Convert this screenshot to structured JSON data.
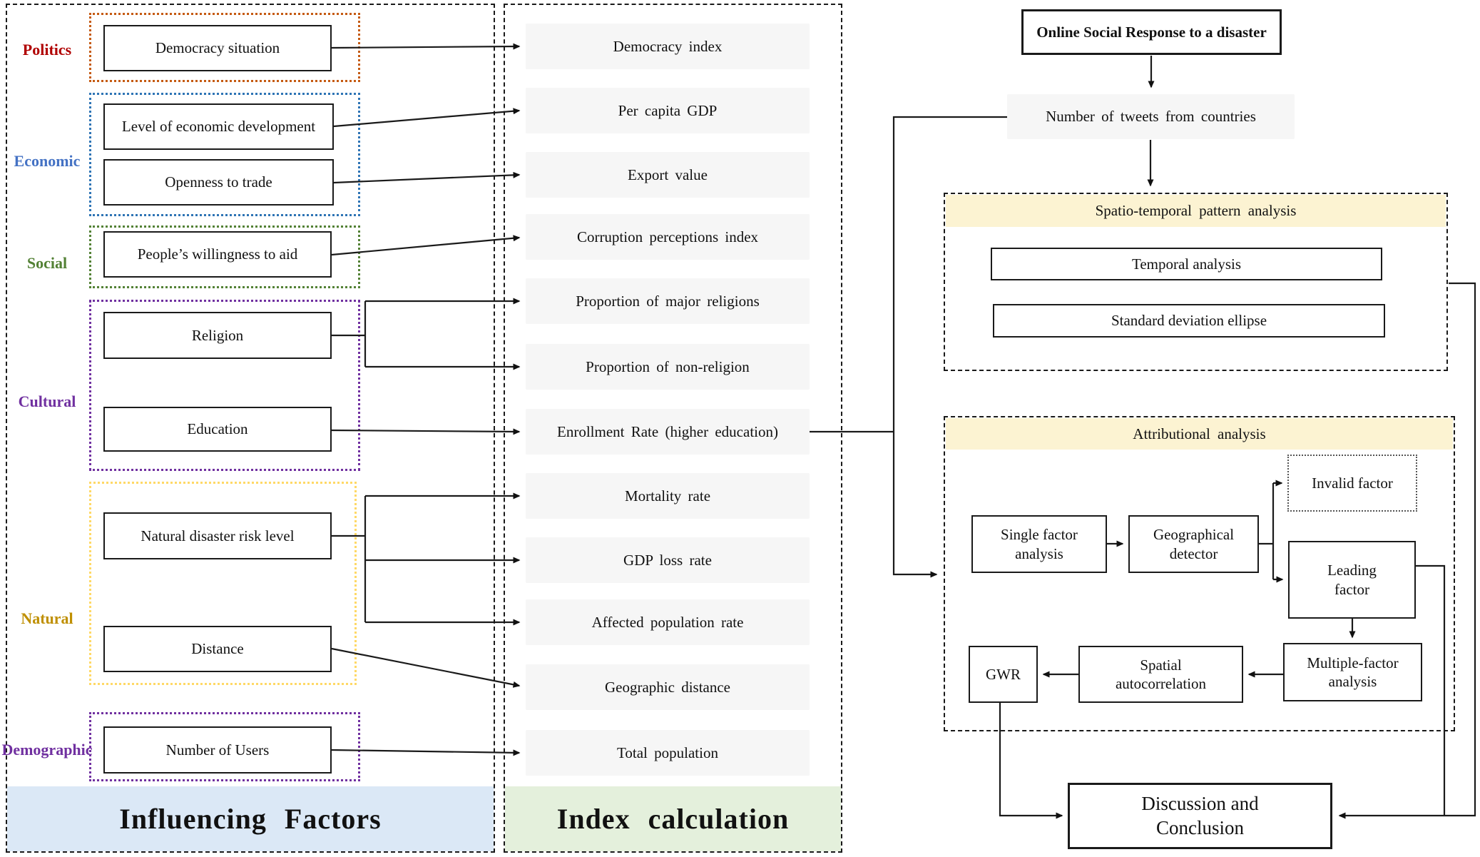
{
  "influencing_factors": {
    "title": "Influencing Factors",
    "band_color": "#dbe8f6",
    "groups": [
      {
        "label": "Politics",
        "label_color": "#b00000",
        "border_color": "#c55a11",
        "items": [
          "Democracy situation"
        ]
      },
      {
        "label": "Economic",
        "label_color": "#4472c4",
        "border_color": "#2e74b5",
        "items": [
          "Level of economic development",
          "Openness to trade"
        ]
      },
      {
        "label": "Social",
        "label_color": "#538135",
        "border_color": "#538135",
        "items": [
          "People’s willingness to aid"
        ]
      },
      {
        "label": "Cultural",
        "label_color": "#7030a0",
        "border_color": "#7030a0",
        "items": [
          "Religion",
          "Education"
        ]
      },
      {
        "label": "Natural",
        "label_color": "#bf8f00",
        "border_color": "#ffd966",
        "items": [
          "Natural disaster risk level",
          "Distance"
        ]
      },
      {
        "label": "Demographic",
        "label_color": "#7030a0",
        "border_color": "#7030a0",
        "items": [
          "Number of Users"
        ]
      }
    ]
  },
  "index_calculation": {
    "title": "Index calculation",
    "band_color": "#e4f0dc",
    "items": [
      "Democracy index",
      "Per capita GDP",
      "Export value",
      "Corruption perceptions index",
      "Proportion of major religions",
      "Proportion of non-religion",
      "Enrollment Rate (higher education)",
      "Mortality rate",
      "GDP loss rate",
      "Affected population rate",
      "Geographic distance",
      "Total population"
    ]
  },
  "analysis_flow": {
    "title_box": "Online Social Response to a disaster",
    "tweets_box": "Number of tweets from countries",
    "spatio_temporal": {
      "header": "Spatio-temporal pattern analysis",
      "items": [
        "Temporal analysis",
        "Standard deviation ellipse"
      ]
    },
    "attributional": {
      "header": "Attributional analysis",
      "single_factor": "Single factor analysis",
      "geographical_detector": "Geographical detector",
      "invalid_factor": "Invalid factor",
      "leading_factor": "Leading factor",
      "multiple_factor": "Multiple-factor analysis",
      "spatial_autocorrelation": "Spatial autocorrelation",
      "gwr": "GWR"
    },
    "discussion": "Discussion and Conclusion",
    "header_fill": "#fcf3d2",
    "row_fill": "#f6f6f6"
  }
}
